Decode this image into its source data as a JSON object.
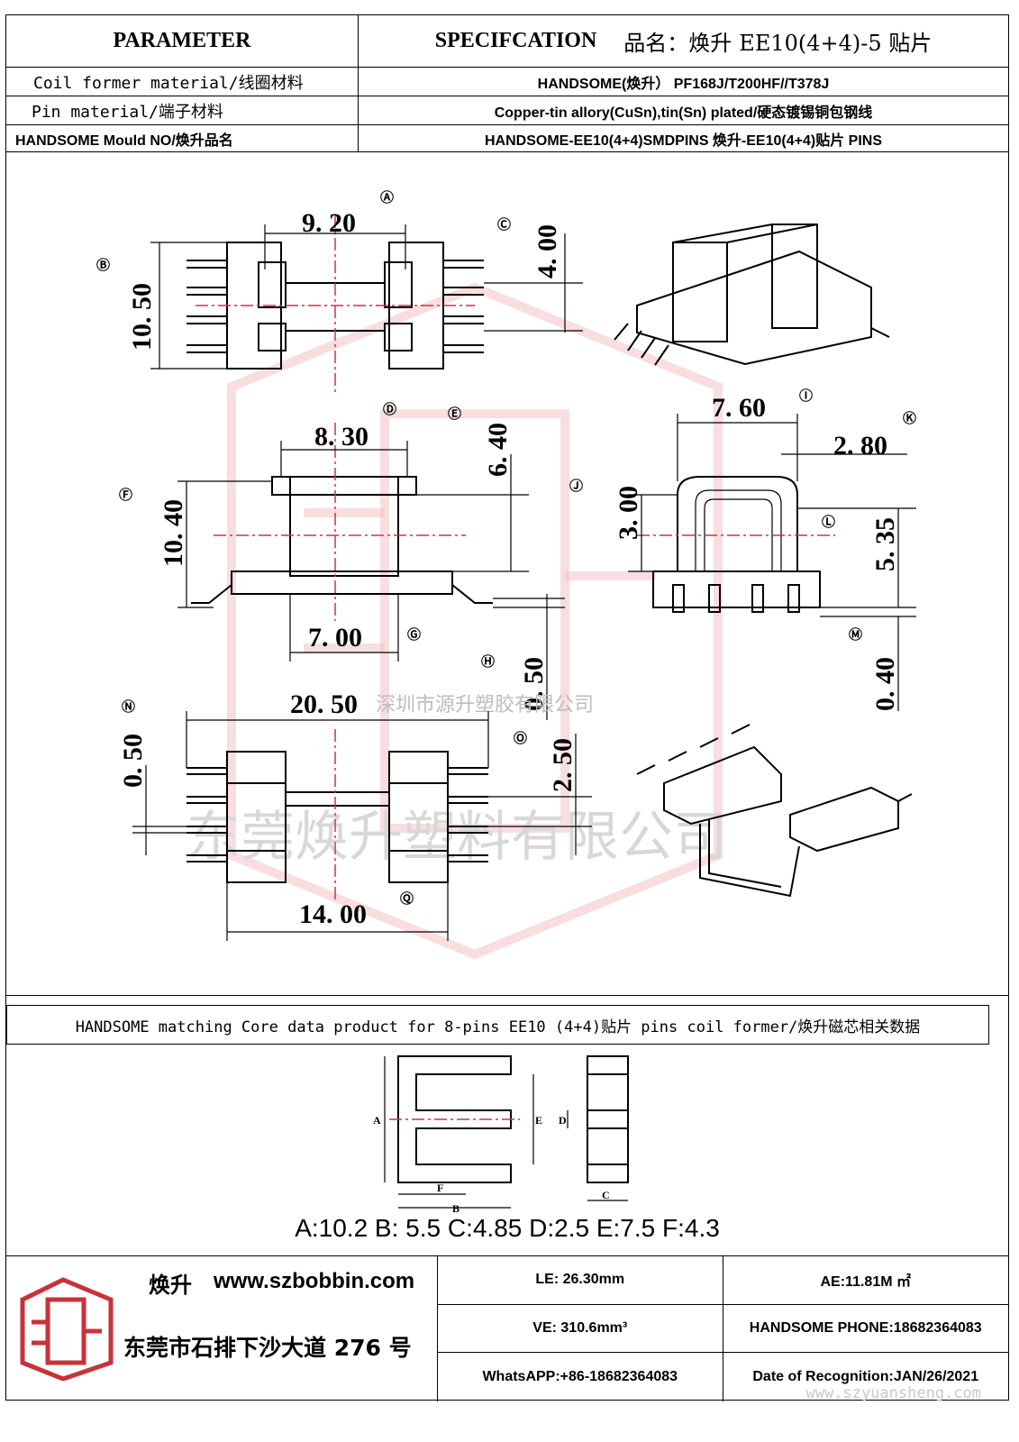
{
  "header": {
    "parameter": "PARAMETER",
    "specification": "SPECIFCATION",
    "product_name_label": "品名：焕升",
    "product_name": "EE10(4+4)-5 贴片"
  },
  "rows": [
    {
      "label": "Coil former material/线圈材料",
      "value": "HANDSOME(焕升）   PF168J/T200HF//T378J"
    },
    {
      "label": "Pin material/端子材料",
      "value": "Copper-tin allory(CuSn),tin(Sn) plated/硬态镀锡铜包钢线"
    },
    {
      "label": "HANDSOME Mould NO/焕升品名",
      "value": "HANDSOME-EE10(4+4)SMDPINS    焕升-EE10(4+4)贴片 PINS"
    }
  ],
  "drawing": {
    "dimensions": {
      "A": "9. 20",
      "B": "10. 50",
      "C": "4. 00",
      "D": "8. 30",
      "E": "6. 40",
      "F": "10. 40",
      "G": "7. 00",
      "H": "0. 50",
      "I": "7. 60",
      "J": "3. 00",
      "K": "2. 80",
      "L": "5. 35",
      "M": "0. 40",
      "N": "0. 50",
      "O": "20. 50",
      "P": "2. 50",
      "Q": "14. 00"
    },
    "watermark_company": "深圳市源升塑胶有限公司",
    "watermark_company_large": "东莞焕升塑料有限公司"
  },
  "core_caption": "HANDSOME matching Core data  product for 8-pins EE10 (4+4)贴片 pins coil former/焕升磁芯相关数据",
  "core_letters": [
    "A",
    "B",
    "C",
    "D",
    "E",
    "F"
  ],
  "core_values": "A:10.2 B: 5.5 C:4.85 D:2.5 E:7.5 F:4.3",
  "footer": {
    "brand": "焕升",
    "website": "www.szbobbin.com",
    "address": "东莞市石排下沙大道 276 号",
    "le": "LE: 26.30mm",
    "ae": "AE:11.81M ㎡",
    "ve": "VE: 310.6mm³",
    "phone": "HANDSOME PHONE:18682364083",
    "whatsapp": "WhatsAPP:+86-18682364083",
    "date": "Date of Recognition:JAN/26/2021",
    "watermark_url": "www.szyuansheng.com"
  }
}
